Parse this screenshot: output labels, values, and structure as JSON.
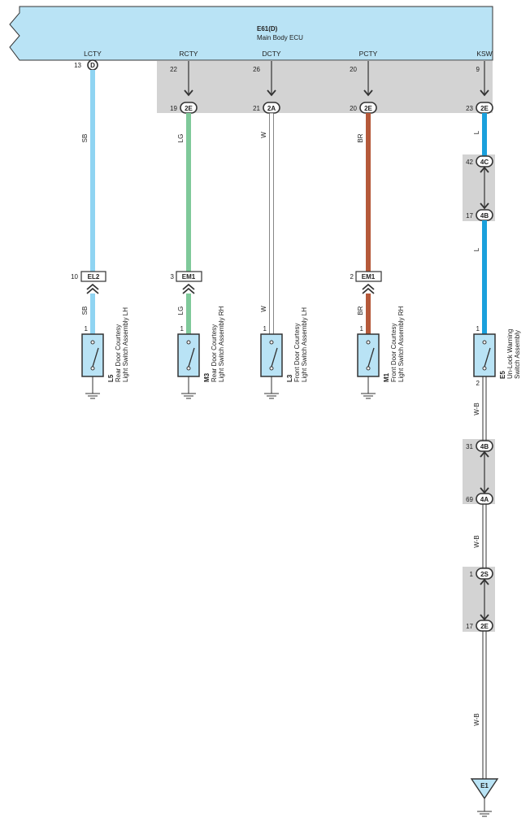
{
  "ecu": {
    "code": "E61(D)",
    "name": "Main Body ECU",
    "colors": {
      "fill": "#b9e3f5",
      "stroke": "#333333",
      "shade": "#d3d3d3"
    }
  },
  "signals": [
    "LCTY",
    "RCTY",
    "DCTY",
    "PCTY",
    "KSW"
  ],
  "ecu_pins": {
    "lcty": {
      "pin": "13",
      "conn": "D"
    },
    "rcty": {
      "pin": "22"
    },
    "dcty": {
      "pin": "26"
    },
    "pcty": {
      "pin": "20"
    },
    "ksw": {
      "pin": "9"
    }
  },
  "junctions": {
    "rcty": {
      "pin": "19",
      "conn": "2E"
    },
    "dcty": {
      "pin": "21",
      "conn": "2A"
    },
    "pcty": {
      "pin": "20",
      "conn": "2E"
    },
    "ksw": {
      "pin": "23",
      "conn": "2E"
    },
    "ksw_4c": {
      "pin": "42",
      "conn": "4C"
    },
    "ksw_4b": {
      "pin": "17",
      "conn": "4B"
    },
    "gnd_4b": {
      "pin": "31",
      "conn": "4B"
    },
    "gnd_4a": {
      "pin": "69",
      "conn": "4A"
    },
    "gnd_2s": {
      "pin": "1",
      "conn": "2S"
    },
    "gnd_2e": {
      "pin": "17",
      "conn": "2E"
    }
  },
  "inline_connectors": {
    "lcty": {
      "pin": "10",
      "conn": "EL2"
    },
    "rcty": {
      "pin": "3",
      "conn": "EM1"
    },
    "pcty": {
      "pin": "2",
      "conn": "EM1"
    }
  },
  "wires": {
    "lcty": {
      "label": "SB",
      "color": "#8fd4f2"
    },
    "rcty": {
      "label": "LG",
      "color": "#7fc99a"
    },
    "dcty": {
      "label": "W",
      "color": "#ffffff"
    },
    "pcty": {
      "label": "BR",
      "color": "#b5593a"
    },
    "ksw": {
      "label": "L",
      "color": "#1aa0dc"
    },
    "ksw_gnd": {
      "label": "W-B"
    }
  },
  "switches": {
    "l5": {
      "code": "L5",
      "line1": "Rear Door Courtesy",
      "line2": "Light Switch Assembly LH",
      "pin": "1"
    },
    "m3": {
      "code": "M3",
      "line1": "Rear Door Courtesy",
      "line2": "Light Switch Assembly RH",
      "pin": "1"
    },
    "l3": {
      "code": "L3",
      "line1": "Front Door Courtesy",
      "line2": "Light Switch Assembly LH",
      "pin": "1"
    },
    "m1": {
      "code": "M1",
      "line1": "Front Door Courtesy",
      "line2": "Light Switch Assembly RH",
      "pin": "1"
    },
    "e5": {
      "code": "E5",
      "line1": "Un-Lock Warning",
      "line2": "Switch Assembly",
      "pin": "1",
      "pin2": "2"
    }
  },
  "ground_point": "E1"
}
